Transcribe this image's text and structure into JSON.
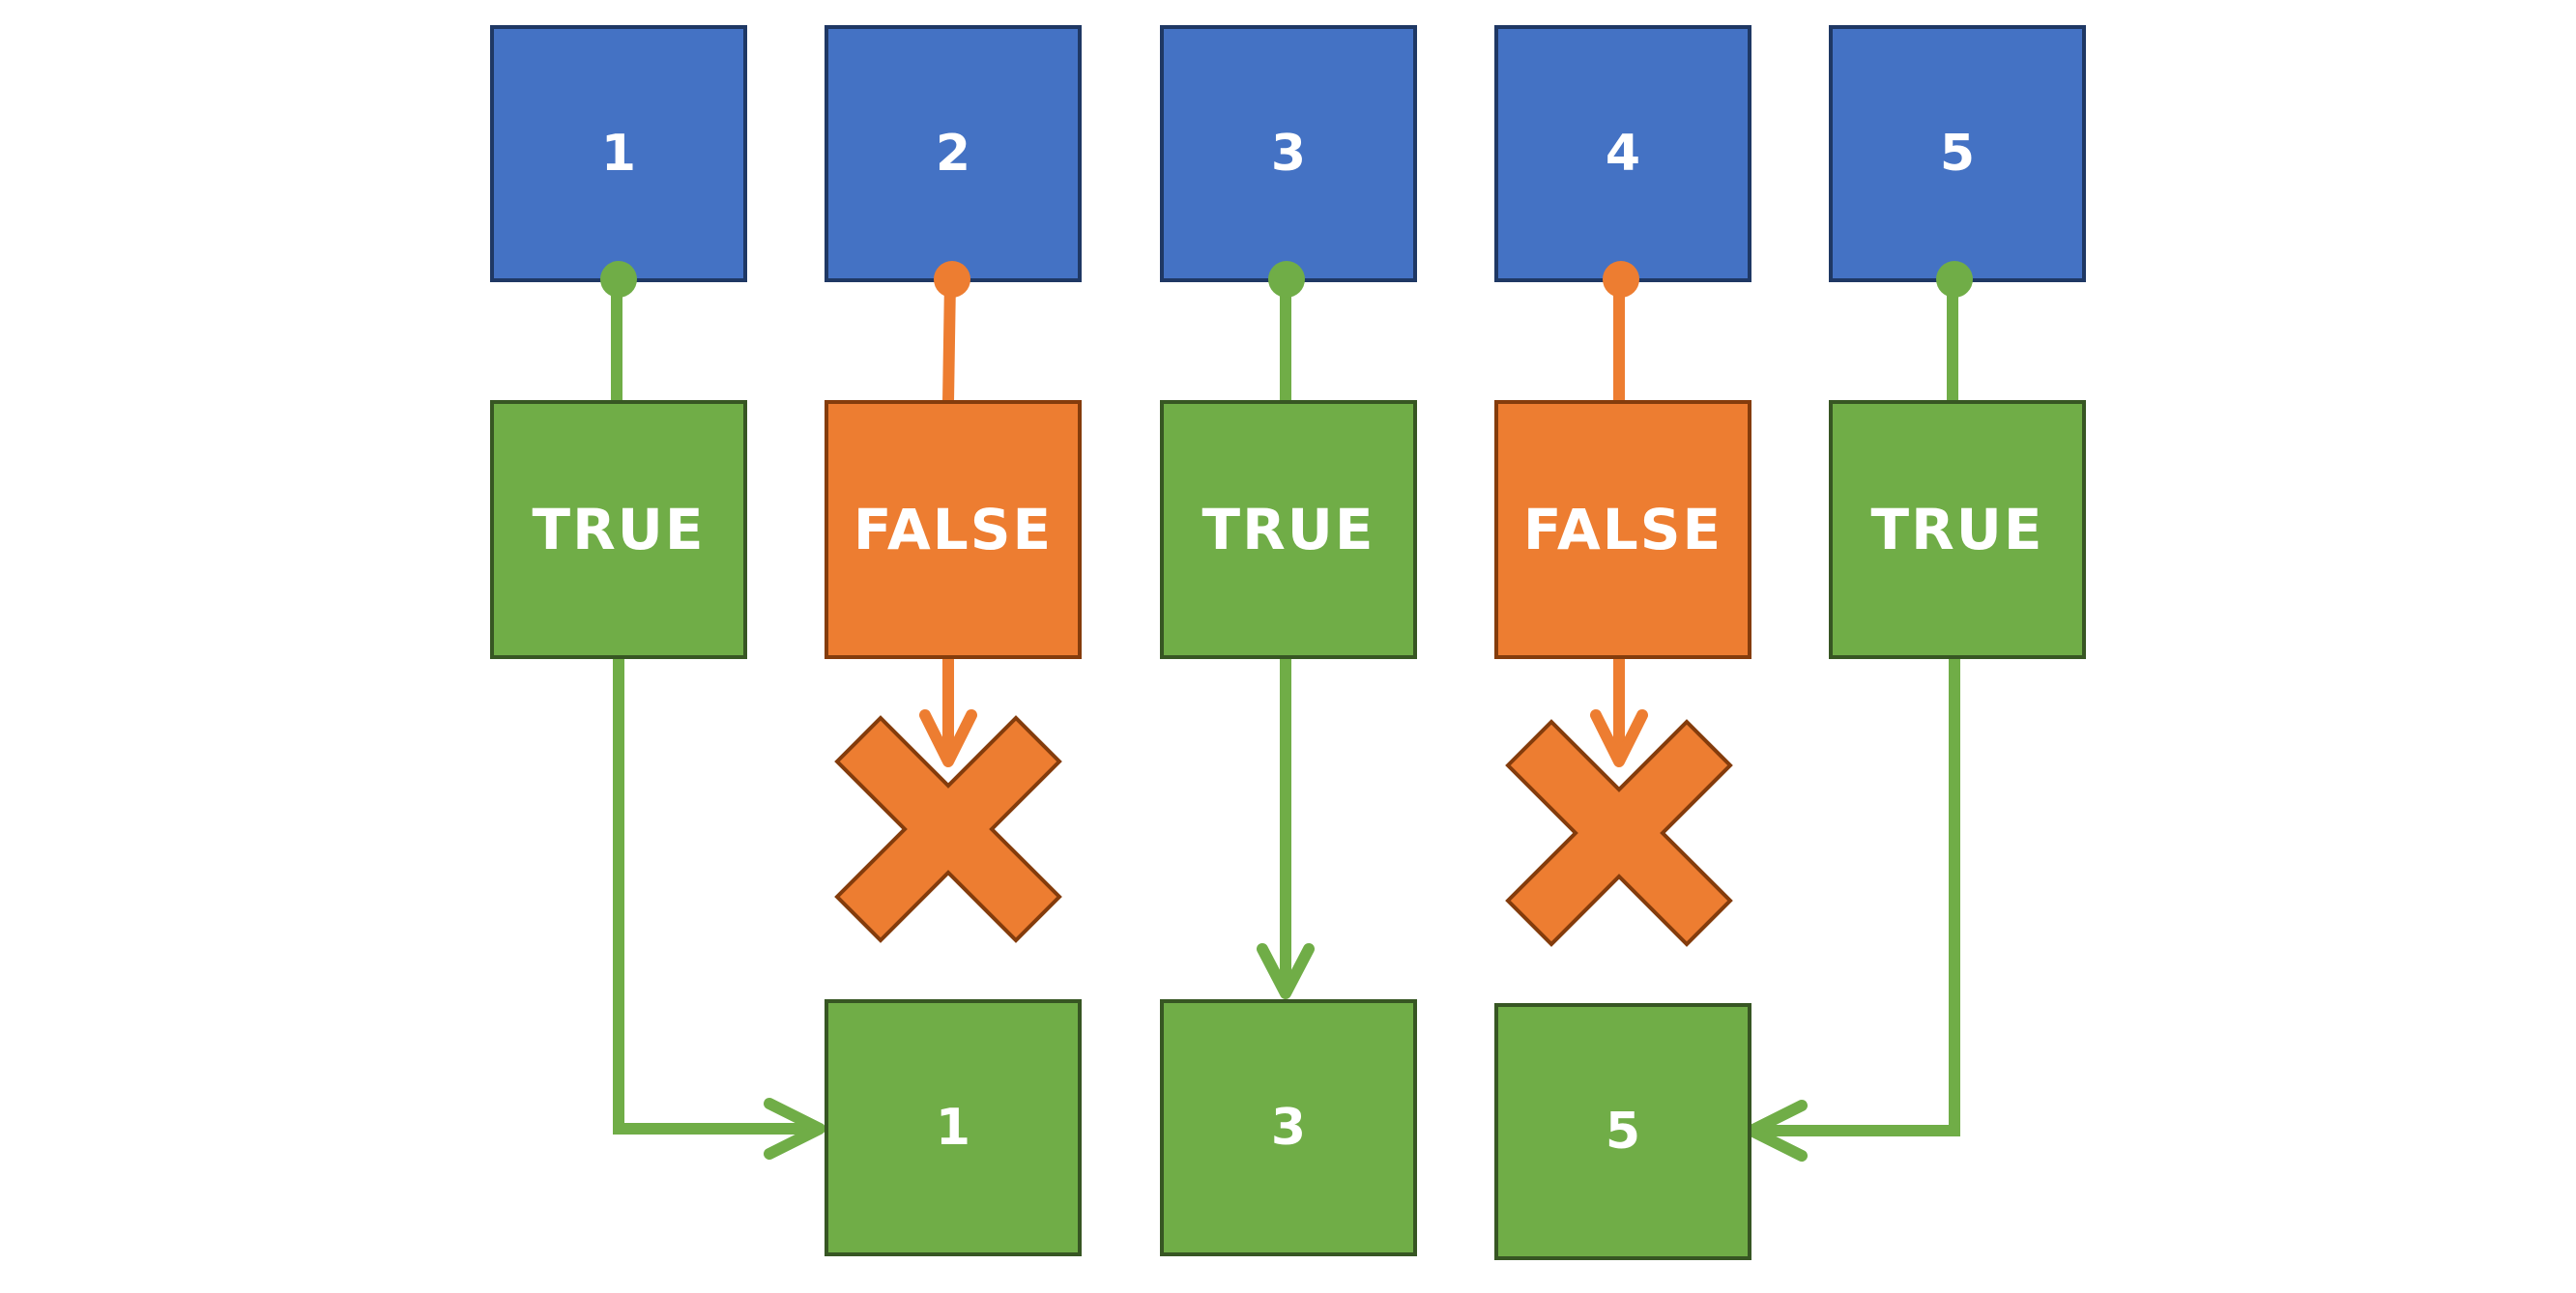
{
  "colors": {
    "input_fill": "#4472C4",
    "input_stroke": "#1F3864",
    "true_fill": "#70AD47",
    "true_stroke": "#375623",
    "false_fill": "#ED7D31",
    "false_stroke": "#843C0C",
    "true_line": "#70AD47",
    "false_line": "#ED7D31"
  },
  "inputs": [
    {
      "label": "1"
    },
    {
      "label": "2"
    },
    {
      "label": "3"
    },
    {
      "label": "4"
    },
    {
      "label": "5"
    }
  ],
  "results": [
    {
      "label": "TRUE",
      "value": true
    },
    {
      "label": "FALSE",
      "value": false
    },
    {
      "label": "TRUE",
      "value": true
    },
    {
      "label": "FALSE",
      "value": false
    },
    {
      "label": "TRUE",
      "value": true
    }
  ],
  "outputs": [
    {
      "label": "1"
    },
    {
      "label": "3"
    },
    {
      "label": "5"
    }
  ]
}
